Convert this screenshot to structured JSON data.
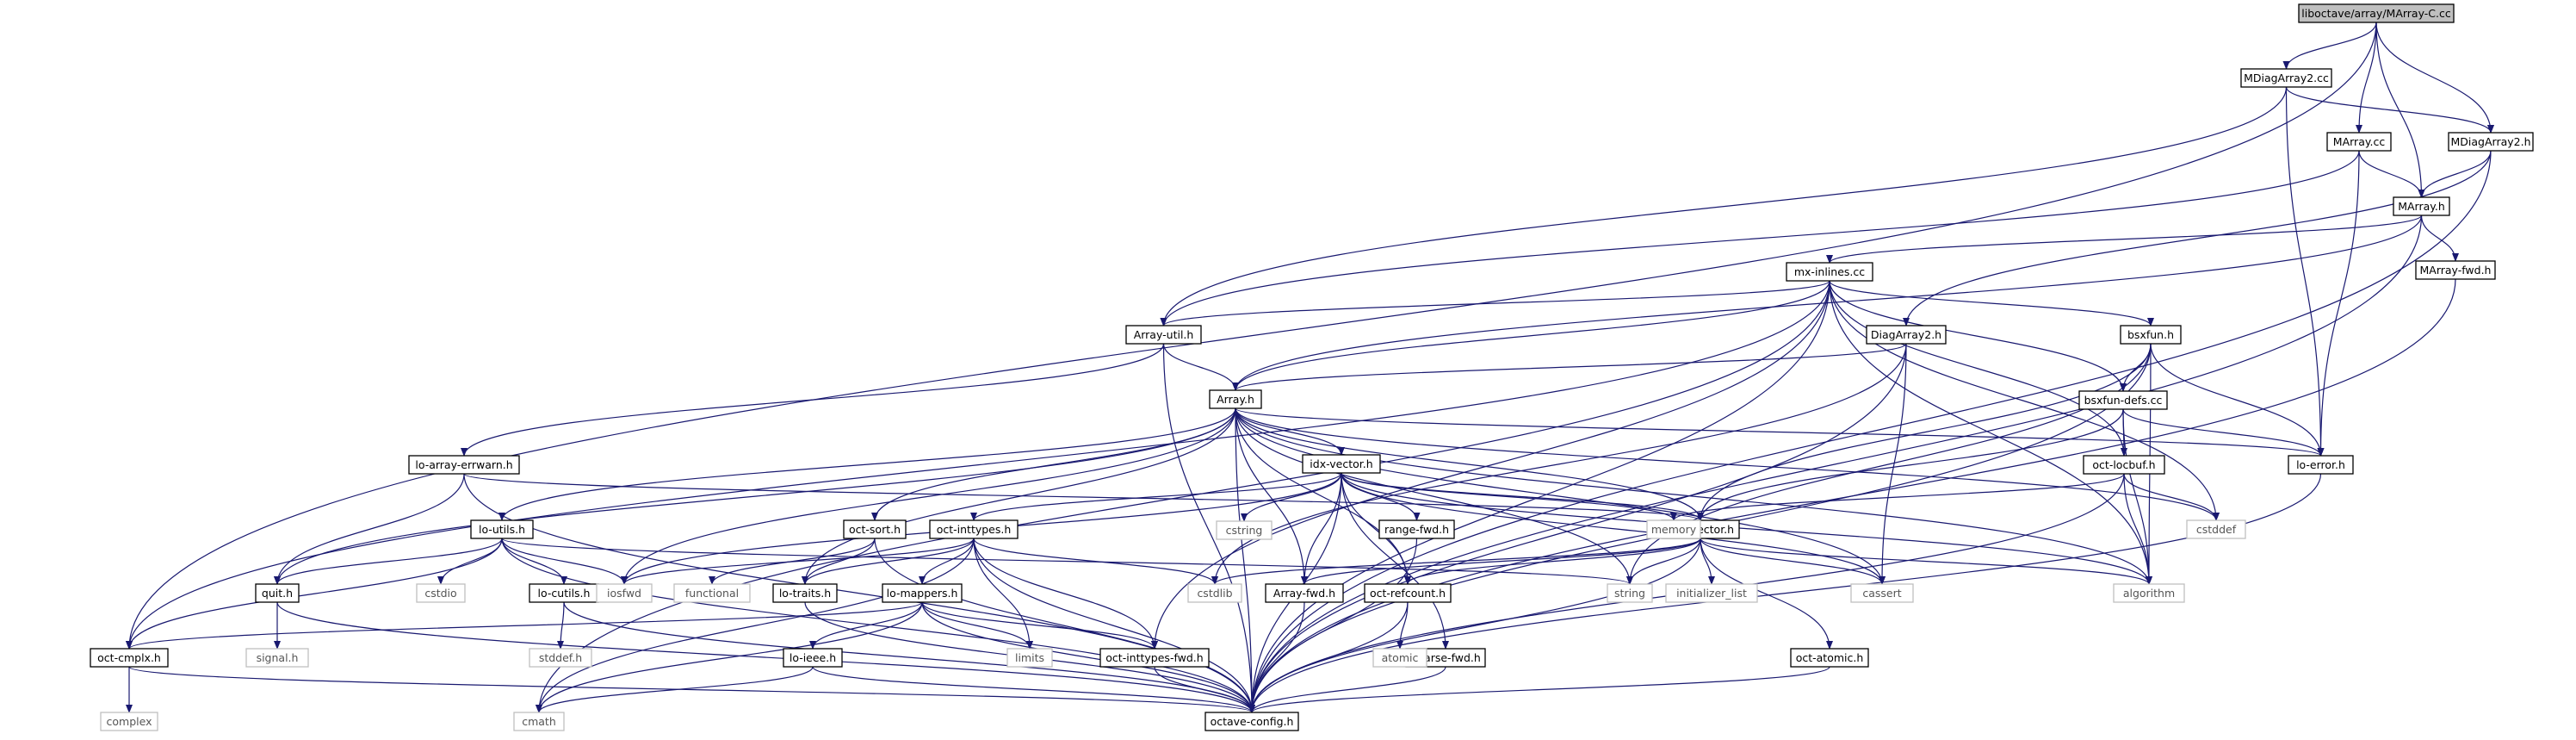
{
  "diagram": {
    "nodes": [
      {
        "id": "marray_c_cc",
        "label": "liboctave/array/MArray-C.cc",
        "kind": "main"
      },
      {
        "id": "mdiagarray2_cc",
        "label": "MDiagArray2.cc",
        "kind": "file"
      },
      {
        "id": "marray_cc",
        "label": "MArray.cc",
        "kind": "file"
      },
      {
        "id": "mdiagarray2_h",
        "label": "MDiagArray2.h",
        "kind": "file"
      },
      {
        "id": "marray_h",
        "label": "MArray.h",
        "kind": "file"
      },
      {
        "id": "marray_fwd_h",
        "label": "MArray-fwd.h",
        "kind": "file"
      },
      {
        "id": "mx_inlines_cc",
        "label": "mx-inlines.cc",
        "kind": "file"
      },
      {
        "id": "array_util_h",
        "label": "Array-util.h",
        "kind": "file"
      },
      {
        "id": "diagarray2_h",
        "label": "DiagArray2.h",
        "kind": "file"
      },
      {
        "id": "bsxfun_h",
        "label": "bsxfun.h",
        "kind": "file"
      },
      {
        "id": "array_h",
        "label": "Array.h",
        "kind": "file"
      },
      {
        "id": "bsxfun_defs_cc",
        "label": "bsxfun-defs.cc",
        "kind": "file"
      },
      {
        "id": "lo_array_errwarn_h",
        "label": "lo-array-errwarn.h",
        "kind": "file"
      },
      {
        "id": "idx_vector_h",
        "label": "idx-vector.h",
        "kind": "file"
      },
      {
        "id": "lo_error_h",
        "label": "lo-error.h",
        "kind": "file"
      },
      {
        "id": "oct_locbuf_h",
        "label": "oct-locbuf.h",
        "kind": "file"
      },
      {
        "id": "lo_utils_h",
        "label": "lo-utils.h",
        "kind": "file"
      },
      {
        "id": "oct_sort_h",
        "label": "oct-sort.h",
        "kind": "file"
      },
      {
        "id": "oct_inttypes_h",
        "label": "oct-inttypes.h",
        "kind": "file"
      },
      {
        "id": "range_fwd_h",
        "label": "range-fwd.h",
        "kind": "file"
      },
      {
        "id": "dim_vector_h",
        "label": "dim-vector.h",
        "kind": "file"
      },
      {
        "id": "quit_h",
        "label": "quit.h",
        "kind": "file"
      },
      {
        "id": "lo_cutils_h",
        "label": "lo-cutils.h",
        "kind": "file"
      },
      {
        "id": "lo_traits_h",
        "label": "lo-traits.h",
        "kind": "file"
      },
      {
        "id": "lo_mappers_h",
        "label": "lo-mappers.h",
        "kind": "file"
      },
      {
        "id": "array_fwd_h",
        "label": "Array-fwd.h",
        "kind": "file"
      },
      {
        "id": "oct_refcount_h",
        "label": "oct-refcount.h",
        "kind": "file"
      },
      {
        "id": "oct_cmplx_h",
        "label": "oct-cmplx.h",
        "kind": "file"
      },
      {
        "id": "lo_ieee_h",
        "label": "lo-ieee.h",
        "kind": "file"
      },
      {
        "id": "oct_inttypes_fwd_h",
        "label": "oct-inttypes-fwd.h",
        "kind": "file"
      },
      {
        "id": "sparse_fwd_h",
        "label": "Sparse-fwd.h",
        "kind": "file"
      },
      {
        "id": "oct_atomic_h",
        "label": "oct-atomic.h",
        "kind": "file"
      },
      {
        "id": "octave_config_h",
        "label": "octave-config.h",
        "kind": "file"
      },
      {
        "id": "cstring",
        "label": "cstring",
        "kind": "system"
      },
      {
        "id": "memory",
        "label": "memory",
        "kind": "system"
      },
      {
        "id": "cstddef",
        "label": "cstddef",
        "kind": "system"
      },
      {
        "id": "iosfwd",
        "label": "iosfwd",
        "kind": "system"
      },
      {
        "id": "functional",
        "label": "functional",
        "kind": "system"
      },
      {
        "id": "cstdlib",
        "label": "cstdlib",
        "kind": "system"
      },
      {
        "id": "string",
        "label": "string",
        "kind": "system"
      },
      {
        "id": "initializer_list",
        "label": "initializer_list",
        "kind": "system"
      },
      {
        "id": "cassert",
        "label": "cassert",
        "kind": "system"
      },
      {
        "id": "algorithm",
        "label": "algorithm",
        "kind": "system"
      },
      {
        "id": "cstdio",
        "label": "cstdio",
        "kind": "system"
      },
      {
        "id": "signal_h",
        "label": "signal.h",
        "kind": "system"
      },
      {
        "id": "stddef_h",
        "label": "stddef.h",
        "kind": "system"
      },
      {
        "id": "limits",
        "label": "limits",
        "kind": "system"
      },
      {
        "id": "atomic",
        "label": "atomic",
        "kind": "system"
      },
      {
        "id": "complex",
        "label": "complex",
        "kind": "system"
      },
      {
        "id": "cmath",
        "label": "cmath",
        "kind": "system"
      }
    ],
    "edges": [
      [
        "marray_c_cc",
        "mdiagarray2_cc"
      ],
      [
        "marray_c_cc",
        "marray_cc"
      ],
      [
        "marray_c_cc",
        "mdiagarray2_h"
      ],
      [
        "marray_c_cc",
        "marray_h"
      ],
      [
        "marray_c_cc",
        "oct_cmplx_h"
      ],
      [
        "mdiagarray2_cc",
        "mdiagarray2_h"
      ],
      [
        "mdiagarray2_cc",
        "array_util_h"
      ],
      [
        "mdiagarray2_cc",
        "lo_error_h"
      ],
      [
        "marray_cc",
        "marray_h"
      ],
      [
        "marray_cc",
        "lo_error_h"
      ],
      [
        "marray_cc",
        "array_util_h"
      ],
      [
        "mdiagarray2_h",
        "marray_h"
      ],
      [
        "mdiagarray2_h",
        "diagarray2_h"
      ],
      [
        "mdiagarray2_h",
        "octave_config_h"
      ],
      [
        "marray_h",
        "array_h"
      ],
      [
        "marray_h",
        "mx_inlines_cc"
      ],
      [
        "marray_h",
        "marray_fwd_h"
      ],
      [
        "marray_h",
        "octave_config_h"
      ],
      [
        "marray_fwd_h",
        "octave_config_h"
      ],
      [
        "mx_inlines_cc",
        "array_util_h"
      ],
      [
        "mx_inlines_cc",
        "array_h"
      ],
      [
        "mx_inlines_cc",
        "bsxfun_h"
      ],
      [
        "mx_inlines_cc",
        "bsxfun_defs_cc"
      ],
      [
        "mx_inlines_cc",
        "oct_locbuf_h"
      ],
      [
        "mx_inlines_cc",
        "oct_inttypes_fwd_h"
      ],
      [
        "mx_inlines_cc",
        "oct_cmplx_h"
      ],
      [
        "mx_inlines_cc",
        "cmath"
      ],
      [
        "mx_inlines_cc",
        "cstddef"
      ],
      [
        "mx_inlines_cc",
        "algorithm"
      ],
      [
        "mx_inlines_cc",
        "octave_config_h"
      ],
      [
        "array_util_h",
        "array_h"
      ],
      [
        "array_util_h",
        "lo_array_errwarn_h"
      ],
      [
        "array_util_h",
        "octave_config_h"
      ],
      [
        "diagarray2_h",
        "array_h"
      ],
      [
        "diagarray2_h",
        "cassert"
      ],
      [
        "diagarray2_h",
        "cstdlib"
      ],
      [
        "diagarray2_h",
        "octave_config_h"
      ],
      [
        "bsxfun_h",
        "bsxfun_defs_cc"
      ],
      [
        "bsxfun_h",
        "dim_vector_h"
      ],
      [
        "bsxfun_h",
        "lo_error_h"
      ],
      [
        "bsxfun_h",
        "algorithm"
      ],
      [
        "bsxfun_h",
        "string"
      ],
      [
        "bsxfun_h",
        "octave_config_h"
      ],
      [
        "bsxfun_defs_cc",
        "dim_vector_h"
      ],
      [
        "bsxfun_defs_cc",
        "oct_locbuf_h"
      ],
      [
        "bsxfun_defs_cc",
        "lo_error_h"
      ],
      [
        "bsxfun_defs_cc",
        "algorithm"
      ],
      [
        "array_h",
        "idx_vector_h"
      ],
      [
        "array_h",
        "lo_error_h"
      ],
      [
        "array_h",
        "dim_vector_h"
      ],
      [
        "array_h",
        "lo_utils_h"
      ],
      [
        "array_h",
        "oct_sort_h"
      ],
      [
        "array_h",
        "quit_h"
      ],
      [
        "array_h",
        "array_fwd_h"
      ],
      [
        "array_h",
        "oct_refcount_h"
      ],
      [
        "array_h",
        "lo_traits_h"
      ],
      [
        "array_h",
        "cassert"
      ],
      [
        "array_h",
        "cstddef"
      ],
      [
        "array_h",
        "algorithm"
      ],
      [
        "array_h",
        "iosfwd"
      ],
      [
        "array_h",
        "string"
      ],
      [
        "array_h",
        "octave_config_h"
      ],
      [
        "lo_array_errwarn_h",
        "quit_h"
      ],
      [
        "lo_array_errwarn_h",
        "dim_vector_h"
      ],
      [
        "lo_array_errwarn_h",
        "octave_config_h"
      ],
      [
        "idx_vector_h",
        "dim_vector_h"
      ],
      [
        "idx_vector_h",
        "oct_inttypes_h"
      ],
      [
        "idx_vector_h",
        "oct_refcount_h"
      ],
      [
        "idx_vector_h",
        "range_fwd_h"
      ],
      [
        "idx_vector_h",
        "sparse_fwd_h"
      ],
      [
        "idx_vector_h",
        "array_fwd_h"
      ],
      [
        "idx_vector_h",
        "cstring"
      ],
      [
        "idx_vector_h",
        "memory"
      ],
      [
        "idx_vector_h",
        "cassert"
      ],
      [
        "idx_vector_h",
        "algorithm"
      ],
      [
        "idx_vector_h",
        "iosfwd"
      ],
      [
        "idx_vector_h",
        "octave_config_h"
      ],
      [
        "lo_error_h",
        "octave_config_h"
      ],
      [
        "oct_locbuf_h",
        "memory"
      ],
      [
        "oct_locbuf_h",
        "cstddef"
      ],
      [
        "oct_locbuf_h",
        "algorithm"
      ],
      [
        "oct_locbuf_h",
        "octave_config_h"
      ],
      [
        "lo_utils_h",
        "quit_h"
      ],
      [
        "lo_utils_h",
        "lo_cutils_h"
      ],
      [
        "lo_utils_h",
        "oct_cmplx_h"
      ],
      [
        "lo_utils_h",
        "cstdio"
      ],
      [
        "lo_utils_h",
        "iosfwd"
      ],
      [
        "lo_utils_h",
        "string"
      ],
      [
        "lo_utils_h",
        "octave_config_h"
      ],
      [
        "oct_sort_h",
        "lo_traits_h"
      ],
      [
        "oct_sort_h",
        "functional"
      ],
      [
        "oct_sort_h",
        "octave_config_h"
      ],
      [
        "oct_inttypes_h",
        "lo_mappers_h"
      ],
      [
        "oct_inttypes_h",
        "lo_traits_h"
      ],
      [
        "oct_inttypes_h",
        "oct_inttypes_fwd_h"
      ],
      [
        "oct_inttypes_h",
        "cstdlib"
      ],
      [
        "oct_inttypes_h",
        "limits"
      ],
      [
        "oct_inttypes_h",
        "iosfwd"
      ],
      [
        "oct_inttypes_h",
        "cmath"
      ],
      [
        "oct_inttypes_h",
        "octave_config_h"
      ],
      [
        "range_fwd_h",
        "octave_config_h"
      ],
      [
        "dim_vector_h",
        "array_fwd_h"
      ],
      [
        "dim_vector_h",
        "oct_atomic_h"
      ],
      [
        "dim_vector_h",
        "oct_refcount_h"
      ],
      [
        "dim_vector_h",
        "cassert"
      ],
      [
        "dim_vector_h",
        "initializer_list"
      ],
      [
        "dim_vector_h",
        "string"
      ],
      [
        "dim_vector_h",
        "algorithm"
      ],
      [
        "dim_vector_h",
        "cstdlib"
      ],
      [
        "dim_vector_h",
        "octave_config_h"
      ],
      [
        "quit_h",
        "signal_h"
      ],
      [
        "quit_h",
        "octave_config_h"
      ],
      [
        "lo_cutils_h",
        "stddef_h"
      ],
      [
        "lo_cutils_h",
        "octave_config_h"
      ],
      [
        "lo_traits_h",
        "octave_config_h"
      ],
      [
        "lo_mappers_h",
        "lo_ieee_h"
      ],
      [
        "lo_mappers_h",
        "oct_cmplx_h"
      ],
      [
        "lo_mappers_h",
        "oct_inttypes_fwd_h"
      ],
      [
        "lo_mappers_h",
        "limits"
      ],
      [
        "lo_mappers_h",
        "cmath"
      ],
      [
        "lo_mappers_h",
        "octave_config_h"
      ],
      [
        "array_fwd_h",
        "octave_config_h"
      ],
      [
        "oct_refcount_h",
        "atomic"
      ],
      [
        "oct_refcount_h",
        "octave_config_h"
      ],
      [
        "oct_cmplx_h",
        "complex"
      ],
      [
        "oct_cmplx_h",
        "octave_config_h"
      ],
      [
        "lo_ieee_h",
        "cmath"
      ],
      [
        "lo_ieee_h",
        "octave_config_h"
      ],
      [
        "oct_inttypes_fwd_h",
        "octave_config_h"
      ],
      [
        "sparse_fwd_h",
        "octave_config_h"
      ],
      [
        "oct_atomic_h",
        "octave_config_h"
      ]
    ]
  }
}
